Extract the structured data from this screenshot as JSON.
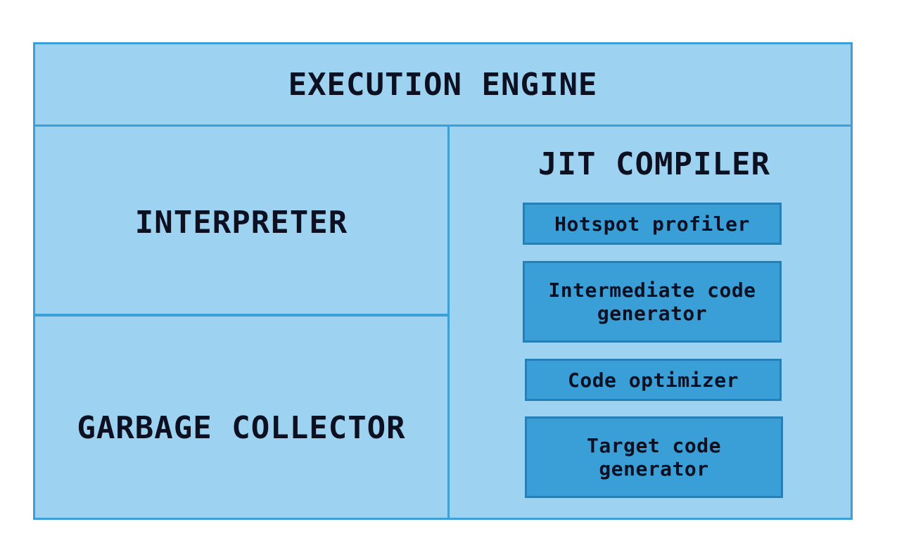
{
  "diagram": {
    "title": "EXECUTION ENGINE",
    "interpreter": "INTERPRETER",
    "garbage_collector": "GARBAGE COLLECTOR",
    "jit": {
      "title": "JIT COMPILER",
      "components": [
        {
          "label": "Hotspot profiler"
        },
        {
          "label": "Intermediate code generator"
        },
        {
          "label": "Code optimizer"
        },
        {
          "label": "Target code generator"
        }
      ]
    }
  },
  "colors": {
    "background": "#9dd3f1",
    "border": "#3b9fd8",
    "component_fill": "#3a9fd7",
    "text": "#0c1020"
  }
}
